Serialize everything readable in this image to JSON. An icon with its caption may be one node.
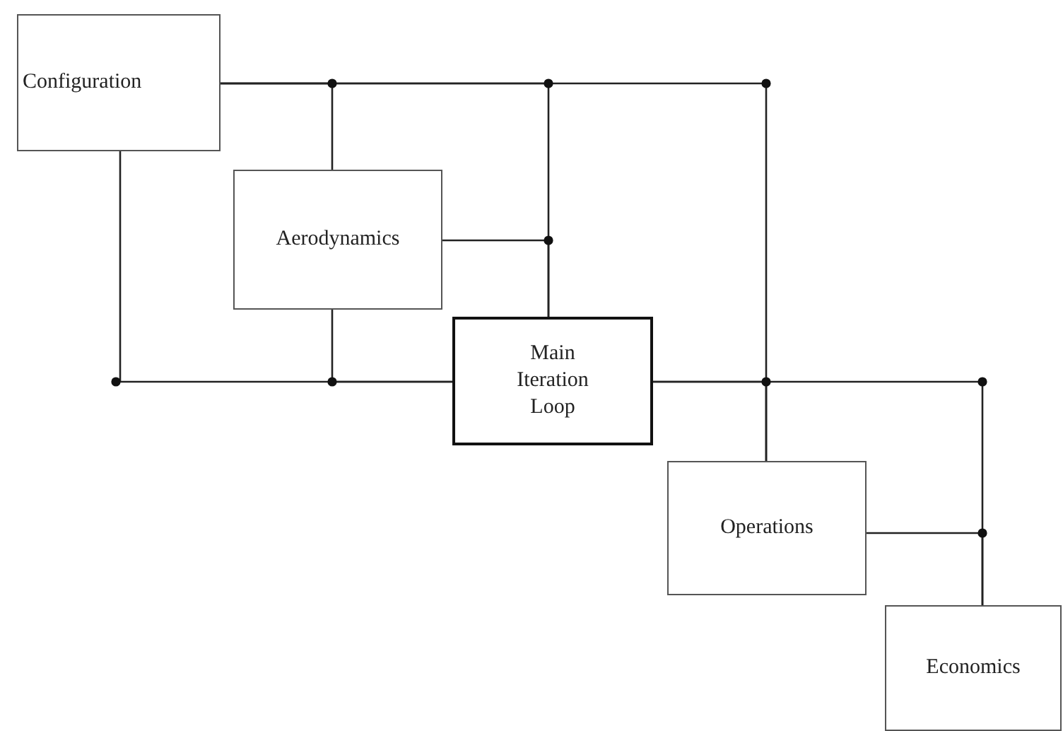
{
  "diagram": {
    "nodes": [
      {
        "text": [
          "Configuration"
        ]
      },
      {
        "text": [
          "Aerodynamics"
        ]
      },
      {
        "text": [
          "Main Iteration Loop"
        ]
      },
      {
        "text": [
          "Operations"
        ]
      },
      {
        "text": [
          "Economics"
        ]
      }
    ],
    "edges": [
      {
        "from": 0,
        "to": 1,
        "arrow": "none"
      },
      {
        "from": 0,
        "to": 2,
        "arrow": "none"
      },
      {
        "from": 0,
        "to": 3,
        "arrow": "none"
      },
      {
        "from": 1,
        "to": 2,
        "arrow": "none"
      },
      {
        "from": 0,
        "to": 2,
        "arrow": "none"
      },
      {
        "from": 1,
        "to": 2,
        "arrow": "none"
      },
      {
        "from": 2,
        "to": 3,
        "arrow": "none"
      },
      {
        "from": 2,
        "to": 4,
        "arrow": "none"
      },
      {
        "from": 3,
        "to": 4,
        "arrow": "none"
      }
    ]
  }
}
